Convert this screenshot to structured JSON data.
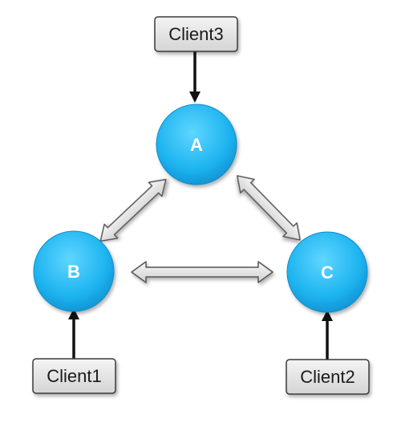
{
  "diagram": {
    "nodes": [
      {
        "id": "A",
        "label": "A"
      },
      {
        "id": "B",
        "label": "B"
      },
      {
        "id": "C",
        "label": "C"
      }
    ],
    "clients": [
      {
        "id": "client3",
        "label": "Client3",
        "connects_to": "A"
      },
      {
        "id": "client1",
        "label": "Client1",
        "connects_to": "B"
      },
      {
        "id": "client2",
        "label": "Client2",
        "connects_to": "C"
      }
    ],
    "links": [
      {
        "from": "A",
        "to": "B",
        "type": "bidirectional"
      },
      {
        "from": "A",
        "to": "C",
        "type": "bidirectional"
      },
      {
        "from": "B",
        "to": "C",
        "type": "bidirectional"
      }
    ],
    "colors": {
      "node_fill": "#1EB4F0",
      "node_fill_light": "#55D0FF",
      "node_stroke": "#0A8FCC",
      "client_fill": "#E6E6E6",
      "client_stroke": "#3a3a3a",
      "client_arrow": "#111111",
      "link_fill": "#E8E8E8",
      "link_stroke": "#555555"
    }
  }
}
